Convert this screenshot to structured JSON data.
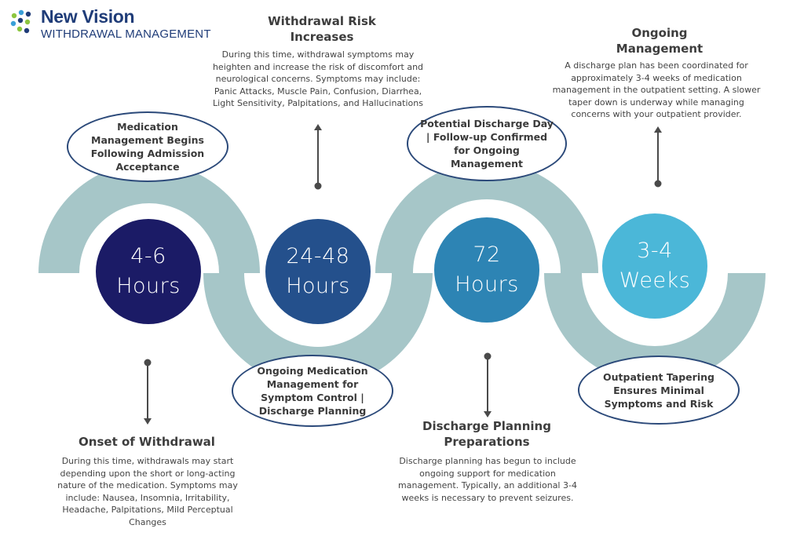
{
  "logo": {
    "name": "New Vision",
    "subtitle": "WITHDRAWAL MANAGEMENT"
  },
  "colors": {
    "wave": "#a6c6c8",
    "stage1": "#1b1b66",
    "stage2": "#24508c",
    "stage3": "#2d84b4",
    "stage4": "#4bb7d8",
    "oval_border": "#2c4a7a"
  },
  "stages": [
    {
      "line1": "4-6",
      "line2": "Hours"
    },
    {
      "line1": "24-48",
      "line2": "Hours"
    },
    {
      "line1": "72",
      "line2": "Hours"
    },
    {
      "line1": "3-4",
      "line2": "Weeks"
    }
  ],
  "ovals": {
    "admission": "Medication Management Begins Following Admission Acceptance",
    "symptom_control": "Ongoing Medication Management for Symptom Control | Discharge Planning",
    "discharge_day": "Potential Discharge Day | Follow-up Confirmed for Ongoing Management",
    "tapering": "Outpatient Tapering Ensures Minimal Symptoms and Risk"
  },
  "sections": {
    "onset": {
      "title": "Onset of Withdrawal",
      "text": "During this time, withdrawals may start depending upon the short or long-acting nature of the medication. Symptoms may include: Nausea, Insomnia, Irritability, Headache, Palpitations, Mild Perceptual Changes"
    },
    "risk": {
      "title": "Withdrawal Risk Increases",
      "text": "During this time, withdrawal symptoms may heighten and increase the risk of discomfort and neurological concerns. Symptoms may include: Panic Attacks, Muscle Pain, Confusion, Diarrhea, Light Sensitivity, Palpitations, and Hallucinations"
    },
    "discharge": {
      "title": "Discharge Planning Preparations",
      "text": "Discharge planning has begun to include ongoing support for medication management. Typically, an additional 3-4 weeks is necessary to prevent seizures."
    },
    "ongoing": {
      "title": "Ongoing Management",
      "text": "A discharge plan has been coordinated for approximately 3-4 weeks of medication management in the outpatient setting. A slower taper down is underway while managing concerns with your outpatient provider."
    }
  }
}
